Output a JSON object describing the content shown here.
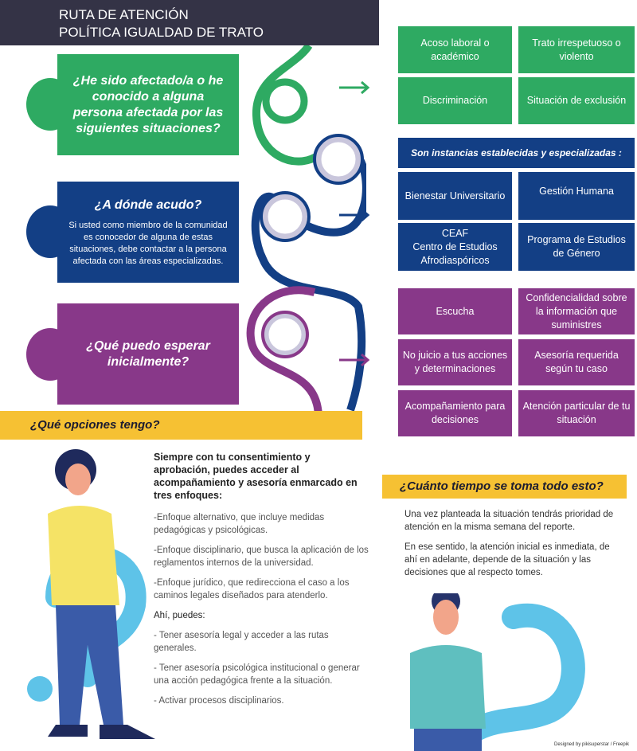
{
  "header": {
    "line1": "RUTA DE ATENCIÓN",
    "line2": "POLÍTICA IGUALDAD DE TRATO"
  },
  "steps": [
    {
      "question": "¿He sido afectado/a o he conocido a alguna persona afectada por las siguientes situaciones?"
    },
    {
      "question": "¿A dónde acudo?",
      "text": "Si usted como miembro de la comunidad es conocedor de alguna de estas situaciones, debe contactar a la persona afectada con las áreas especializadas."
    },
    {
      "question": "¿Qué puedo esperar inicialmente?"
    }
  ],
  "situations": [
    "Acoso laboral o académico",
    "Trato irrespetuoso o violento",
    "Discriminación",
    "Situación de exclusión"
  ],
  "instances": {
    "title": "Son instancias establecidas y especializadas :",
    "items": [
      "Bienestar Universitario",
      "Gestión Humana",
      "CEAF\nCentro de Estudios Afrodiaspóricos",
      "Programa de Estudios de Género"
    ]
  },
  "expectations": [
    "Escucha",
    "Confidencialidad sobre la información que suministres",
    "No juicio a tus acciones y determinaciones",
    "Asesoría requerida según tu caso",
    "Acompañamiento para decisiones",
    "Atención particular de tu situación"
  ],
  "options": {
    "title": "¿Qué opciones tengo?",
    "intro": "Siempre con tu consentimiento y aprobación, puedes acceder al acompañamiento y asesoría enmarcado en tres enfoques:",
    "approaches": [
      "-Enfoque alternativo, que incluye medidas pedagógicas y psicológicas.",
      "-Enfoque disciplinario, que busca la aplicación de los reglamentos internos de la universidad.",
      "-Enfoque jurídico, que redirecciona el caso a los caminos legales diseñados para atenderlo."
    ],
    "can_label": "Ahí, puedes:",
    "can": [
      "- Tener asesoría legal y acceder a las rutas generales.",
      "- Tener asesoría psicológica institucional o generar una acción pedagógica frente a la situación.",
      "- Activar procesos disciplinarios."
    ]
  },
  "time": {
    "title": "¿Cuánto tiempo se toma todo esto?",
    "p1": "Una vez planteada la situación tendrás prioridad de atención en la misma semana del reporte.",
    "p2": "En ese sentido, la atención inicial es inmediata, de ahí en adelante, depende de la situación y las decisiones que al respecto tomes."
  },
  "credit": "Designed by pikisuperstar / Freepik",
  "colors": {
    "green": "#2eaa62",
    "blue": "#133f85",
    "purple": "#883889",
    "yellow": "#f6c133",
    "header": "#343346"
  }
}
